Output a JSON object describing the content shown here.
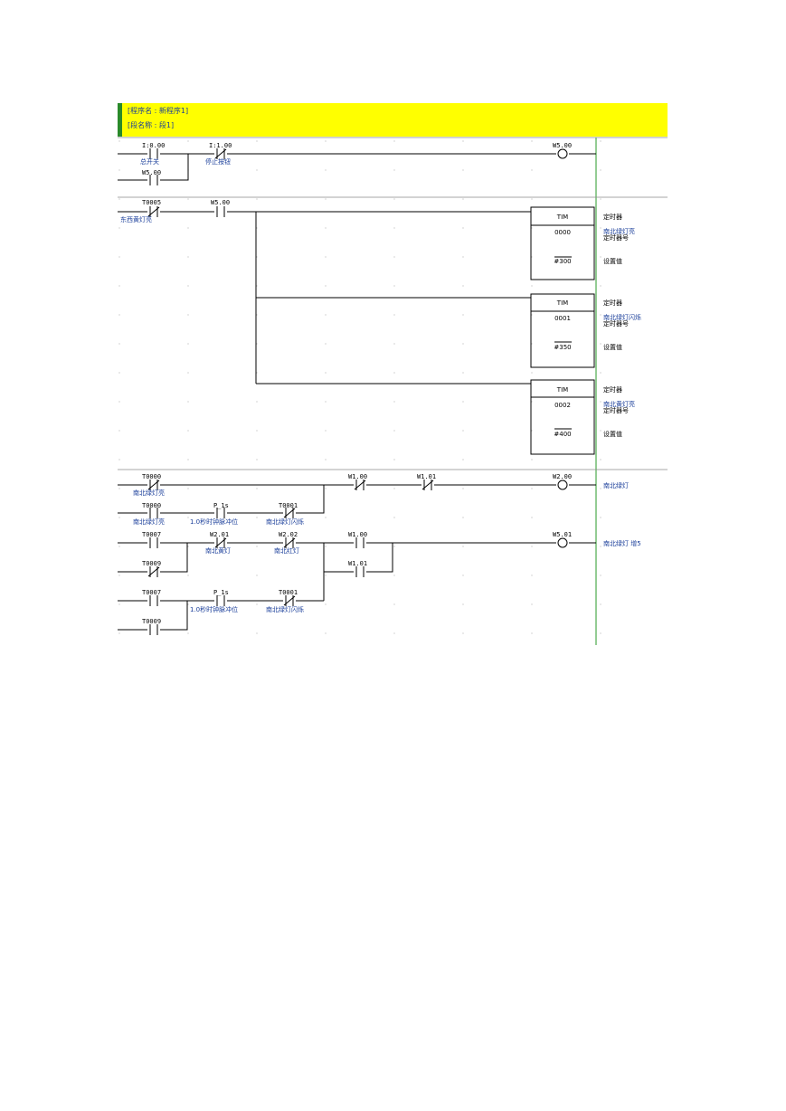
{
  "header": {
    "program_name": "[程序名 : 新程序1]",
    "section_name": "[段名称 : 段1]"
  },
  "rung1": {
    "c1_addr": "I:0.00",
    "c1_label": "总开关",
    "c2_addr": "W5.00",
    "c3_addr": "I:1.00",
    "c3_label": "停止按钮",
    "coil_addr": "W5.00"
  },
  "rung2": {
    "c1_addr": "T0005",
    "c1_label": "东西黄灯亮",
    "c2_addr": "W5.00",
    "timers": [
      {
        "title": "TIM",
        "number": "0000",
        "setting": "#300",
        "name_label": "定时器",
        "comment": "南北绿灯亮",
        "number_label": "定时器号",
        "setting_label": "设置值"
      },
      {
        "title": "TIM",
        "number": "0001",
        "setting": "#350",
        "name_label": "定时器",
        "comment": "南北绿灯闪烁",
        "number_label": "定时器号",
        "setting_label": "设置值"
      },
      {
        "title": "TIM",
        "number": "0002",
        "setting": "#400",
        "name_label": "定时器",
        "comment": "南北黄灯亮",
        "number_label": "定时器号",
        "setting_label": "设置值"
      }
    ]
  },
  "rung3": {
    "a_addr": "T0000",
    "a_label": "南北绿灯亮",
    "b_addr": "T0000",
    "b_label": "南北绿灯亮",
    "c_addr": "P_1s",
    "c_label": "1.0秒时钟脉冲位",
    "d_addr": "T0001",
    "d_label": "南北绿灯闪烁",
    "e_addr": "W1.00",
    "f_addr": "W1.01",
    "coil_addr": "W2.00",
    "coil_label": "南北绿灯"
  },
  "rung4": {
    "a_addr": "T0007",
    "b_addr": "T0009",
    "c_addr": "W2.01",
    "c_label": "南北黄灯",
    "d_addr": "W2.02",
    "d_label": "南北红灯",
    "e_addr": "W1.00",
    "f_addr": "W1.01",
    "g_addr": "T0007",
    "h_addr": "T0009",
    "i_addr": "P_1s",
    "i_label": "1.0秒时钟脉冲位",
    "j_addr": "T0001",
    "j_label": "南北绿灯闪烁",
    "coil_addr": "W5.01",
    "coil_label": "南北绿灯 增5"
  },
  "colors": {
    "header_bg": "#ffff00",
    "header_accent": "#2a8a2a",
    "right_rail": "#2a9a2a",
    "label_text": "#1a3e9a"
  }
}
